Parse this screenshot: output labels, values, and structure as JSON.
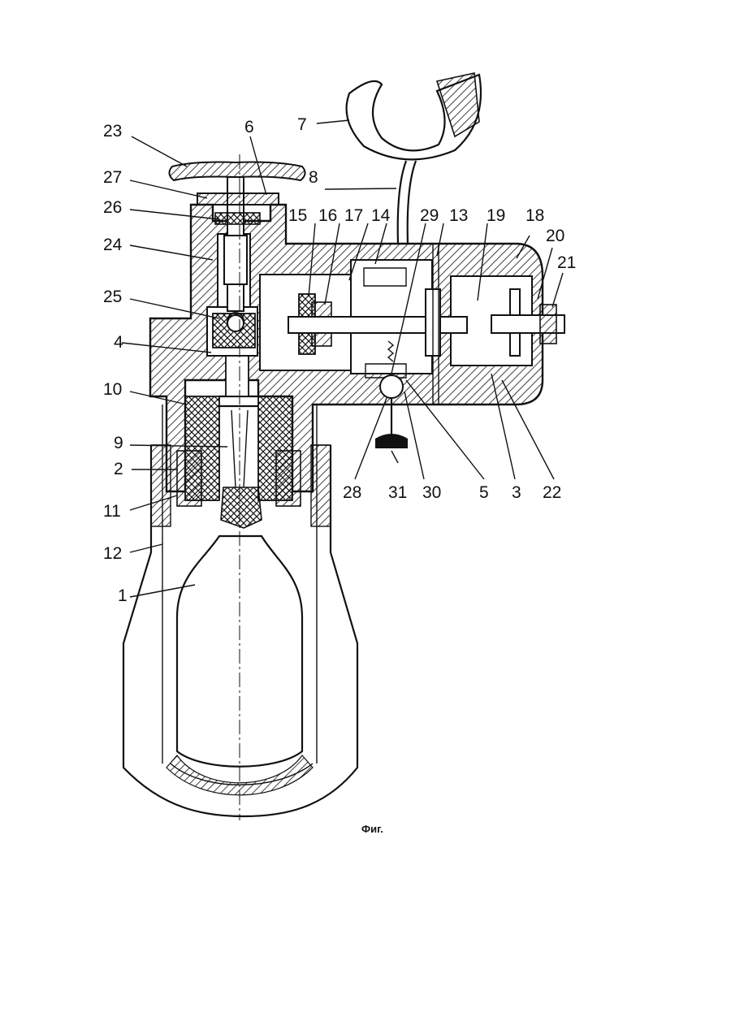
{
  "labels": [
    "23",
    "6",
    "7",
    "27",
    "8",
    "26",
    "15",
    "16",
    "17",
    "14",
    "29",
    "13",
    "19",
    "18",
    "20",
    "21",
    "24",
    "25",
    "4",
    "10",
    "9",
    "2",
    "11",
    "12",
    "1",
    "28",
    "31",
    "30",
    "5",
    "3",
    "22"
  ],
  "caption": "Фиг."
}
